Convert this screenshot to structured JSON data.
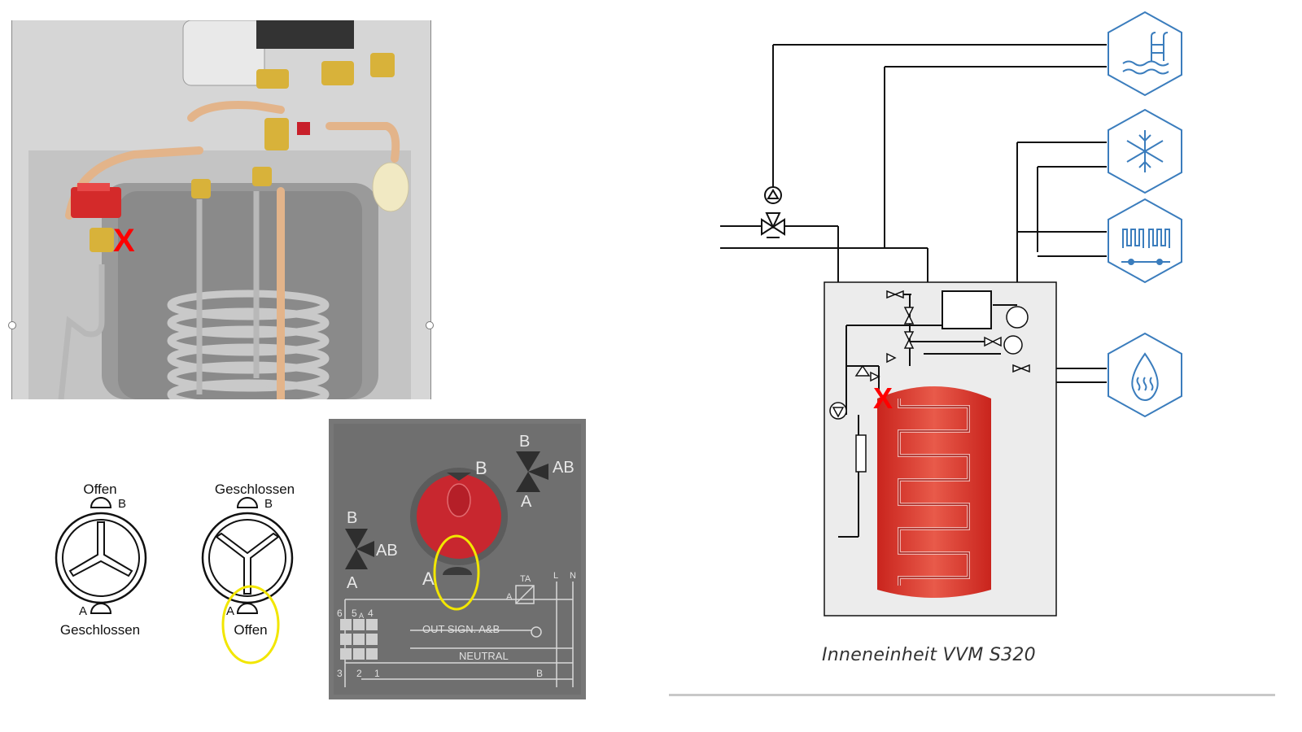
{
  "photo": {
    "marker": "X"
  },
  "symbols": {
    "left": {
      "top_state": "Offen",
      "top_port": "B",
      "bottom_port": "A",
      "bottom_state": "Geschlossen"
    },
    "right": {
      "top_state": "Geschlossen",
      "top_port": "B",
      "bottom_port": "A",
      "bottom_state": "Offen"
    }
  },
  "valve_label": {
    "port_b": "B",
    "port_a": "A",
    "port_ab": "AB",
    "ta": "TA",
    "l": "L",
    "n": "N",
    "out_sign": "OUT SIGN. A&B",
    "neutral": "NEUTRAL",
    "terminals_top": [
      "6",
      "5",
      "A",
      "4"
    ],
    "terminals_bottom": [
      "3",
      "2",
      "1"
    ],
    "b_bottom": "B"
  },
  "schematic": {
    "marker": "X",
    "icons": [
      "pool-icon",
      "snowflake-icon",
      "radiator-icon",
      "hot-water-drop-icon"
    ]
  },
  "caption": "Inneneinheit VVM S320",
  "colors": {
    "marker_red": "#ff0000",
    "highlight_yellow": "#f2e600",
    "icon_blue": "#3b7dbd",
    "tank_red": "#d9332a",
    "valve_red": "#c8272f"
  }
}
